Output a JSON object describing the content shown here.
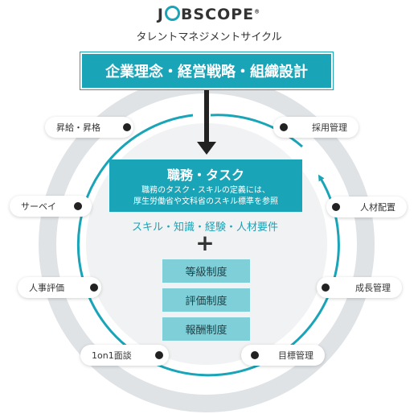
{
  "brand": {
    "logo_left": "J",
    "logo_right": "BSCOPE",
    "logo_mark": "®"
  },
  "subtitle": "タレントマネジメントサイクル",
  "banner": "企業理念・経営戦略・組織設計",
  "core": {
    "title": "職務・タスク",
    "desc_line1": "職務のタスク・スキルの定義には、",
    "desc_line2": "厚生労働省や文科省のスキル標準を参照"
  },
  "requirements": "スキル・知識・経験・人材要件",
  "plus": "+",
  "systems": [
    "等級制度",
    "評価制度",
    "報酬制度"
  ],
  "cycle_left": [
    "昇給・昇格",
    "サーベイ",
    "人事評価",
    "1on1面談"
  ],
  "cycle_right": [
    "採用管理",
    "人材配置",
    "成長管理",
    "目標管理"
  ],
  "colors": {
    "accent": "#19a4b8",
    "light_accent": "#7fcfd9",
    "ring": "#dfe3e6"
  }
}
